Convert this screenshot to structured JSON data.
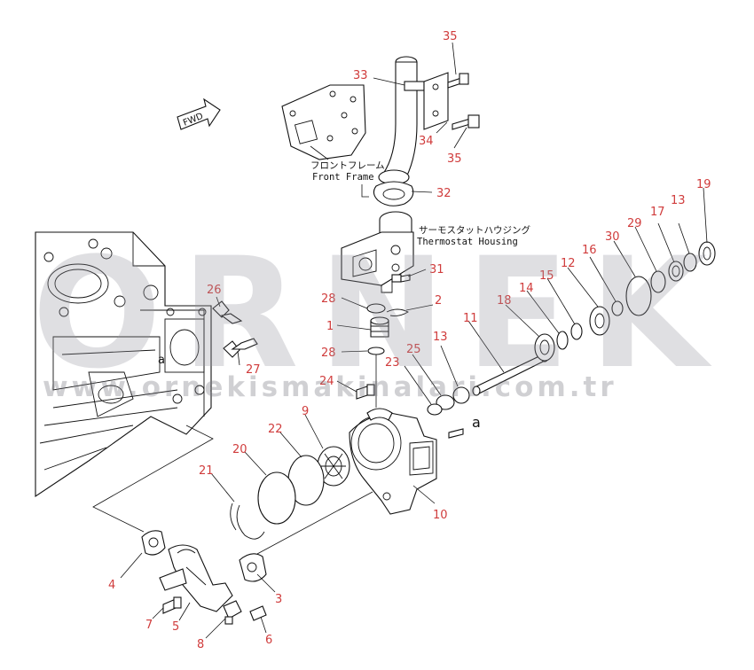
{
  "fwd_label": "FWD",
  "watermark": {
    "brand": "ORNEK",
    "url": "www.ornekismakinalari.com.tr"
  },
  "annotations": {
    "front_frame_jp": "フロントフレーム",
    "front_frame_en": "Front Frame",
    "thermostat_housing_jp": "サーモスタットハウジング",
    "thermostat_housing_en": "Thermostat Housing",
    "ref_a_small": "a",
    "ref_a_large": "a"
  },
  "callouts": [
    {
      "id": "35a",
      "label": "35"
    },
    {
      "id": "33",
      "label": "33"
    },
    {
      "id": "34",
      "label": "34"
    },
    {
      "id": "35b",
      "label": "35"
    },
    {
      "id": "32",
      "label": "32"
    },
    {
      "id": "19",
      "label": "19"
    },
    {
      "id": "13a",
      "label": "13"
    },
    {
      "id": "17",
      "label": "17"
    },
    {
      "id": "29",
      "label": "29"
    },
    {
      "id": "30",
      "label": "30"
    },
    {
      "id": "16",
      "label": "16"
    },
    {
      "id": "12",
      "label": "12"
    },
    {
      "id": "15",
      "label": "15"
    },
    {
      "id": "14",
      "label": "14"
    },
    {
      "id": "18",
      "label": "18"
    },
    {
      "id": "31",
      "label": "31"
    },
    {
      "id": "26",
      "label": "26"
    },
    {
      "id": "28a",
      "label": "28"
    },
    {
      "id": "2",
      "label": "2"
    },
    {
      "id": "1",
      "label": "1"
    },
    {
      "id": "11",
      "label": "11"
    },
    {
      "id": "27",
      "label": "27"
    },
    {
      "id": "28b",
      "label": "28"
    },
    {
      "id": "25",
      "label": "25"
    },
    {
      "id": "13b",
      "label": "13"
    },
    {
      "id": "23",
      "label": "23"
    },
    {
      "id": "24",
      "label": "24"
    },
    {
      "id": "9",
      "label": "9"
    },
    {
      "id": "22",
      "label": "22"
    },
    {
      "id": "20",
      "label": "20"
    },
    {
      "id": "21",
      "label": "21"
    },
    {
      "id": "10",
      "label": "10"
    },
    {
      "id": "4",
      "label": "4"
    },
    {
      "id": "3",
      "label": "3"
    },
    {
      "id": "7",
      "label": "7"
    },
    {
      "id": "5",
      "label": "5"
    },
    {
      "id": "6",
      "label": "6"
    },
    {
      "id": "8",
      "label": "8"
    }
  ]
}
